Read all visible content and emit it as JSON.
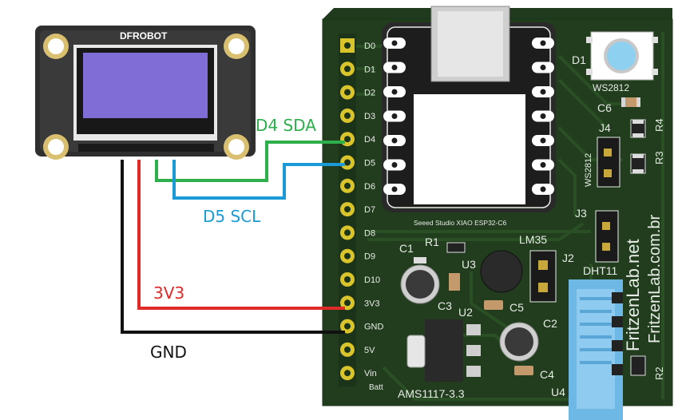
{
  "oled": {
    "brand": "DFROBOT"
  },
  "wires": {
    "sda": {
      "label": "D4 SDA",
      "color": "#2db04b"
    },
    "scl": {
      "label": "D5 SCL",
      "color": "#1a9ad6"
    },
    "vcc": {
      "label": "3V3",
      "color": "#e02a2a"
    },
    "gnd": {
      "label": "GND",
      "color": "#111111"
    }
  },
  "pcb": {
    "pins": [
      "D0",
      "D1",
      "D2",
      "D3",
      "D4",
      "D5",
      "D6",
      "D7",
      "D8",
      "D9",
      "D10",
      "3V3",
      "GND",
      "5V",
      "Vin"
    ],
    "pin_extra": "Batt",
    "module_label": "Seeed Studio XIAO ESP32-C6",
    "components": {
      "d1": "D1",
      "ws2812_top": "WS2812",
      "c6": "C6",
      "r4": "R4",
      "j4": "J4",
      "ws2812_side": "WS2812",
      "r3": "R3",
      "j3": "J3",
      "dht11": "DHT11",
      "lm35": "LM35",
      "j2": "J2",
      "c1": "C1",
      "r1": "R1",
      "u3": "U3",
      "c3": "C3",
      "u2": "U2",
      "c5": "C5",
      "c2": "C2",
      "c4": "C4",
      "u4": "U4",
      "r2": "R2",
      "ams": "AMS1117-3.3"
    },
    "brand_1": "FritzenLab.net",
    "brand_2": "FritzenLab.com.br"
  }
}
